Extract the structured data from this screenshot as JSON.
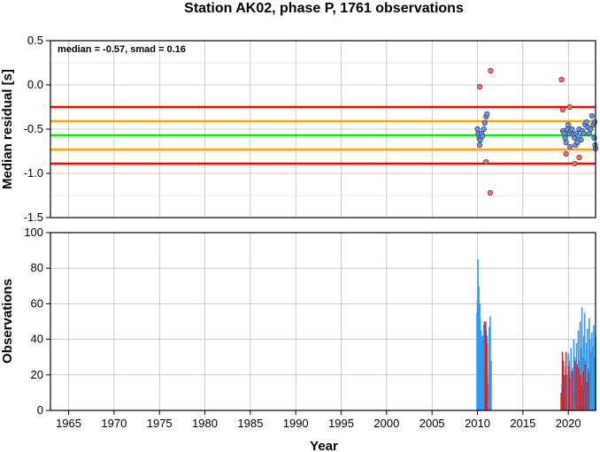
{
  "chart_data": [
    {
      "panel": "residuals",
      "type": "scatter",
      "title": "Station AK02, phase P, 1761 observations",
      "ylabel": "Median residual [s]",
      "annotation": "median = -0.57, smad = 0.16",
      "ylim": [
        -1.5,
        0.5
      ],
      "xlim": [
        1963,
        2023
      ],
      "yticks": [
        "0.5",
        "0.0",
        "-0.5",
        "-1.0",
        "-1.5"
      ],
      "grid": true,
      "reference_lines": [
        {
          "y": -0.25,
          "color": "#ff0000"
        },
        {
          "y": -0.41,
          "color": "#ffa500"
        },
        {
          "y": -0.57,
          "color": "#00ee00"
        },
        {
          "y": -0.73,
          "color": "#ffa500"
        },
        {
          "y": -0.89,
          "color": "#ff0000"
        }
      ],
      "series": [
        {
          "style": "inlier",
          "color": "#6495ed",
          "points": [
            [
              2010.0,
              -0.5
            ],
            [
              2010.1,
              -0.55
            ],
            [
              2010.2,
              -0.6
            ],
            [
              2010.25,
              -0.68
            ],
            [
              2010.3,
              -0.62
            ],
            [
              2010.45,
              -0.55
            ],
            [
              2010.55,
              -0.58
            ],
            [
              2010.7,
              -0.5
            ],
            [
              2010.8,
              -0.43
            ],
            [
              2010.95,
              -0.36
            ],
            [
              2011.05,
              -0.33
            ],
            [
              2019.4,
              -0.52
            ],
            [
              2019.55,
              -0.55
            ],
            [
              2019.65,
              -0.6
            ],
            [
              2019.75,
              -0.65
            ],
            [
              2019.9,
              -0.5
            ],
            [
              2020.0,
              -0.45
            ],
            [
              2020.1,
              -0.55
            ],
            [
              2020.2,
              -0.7
            ],
            [
              2020.3,
              -0.52
            ],
            [
              2020.4,
              -0.5
            ],
            [
              2020.55,
              -0.56
            ],
            [
              2020.7,
              -0.6
            ],
            [
              2020.8,
              -0.68
            ],
            [
              2020.9,
              -0.55
            ],
            [
              2021.0,
              -0.65
            ],
            [
              2021.1,
              -0.58
            ],
            [
              2021.2,
              -0.5
            ],
            [
              2021.4,
              -0.62
            ],
            [
              2021.55,
              -0.52
            ],
            [
              2021.7,
              -0.55
            ],
            [
              2021.85,
              -0.45
            ],
            [
              2022.0,
              -0.42
            ],
            [
              2022.15,
              -0.48
            ],
            [
              2022.3,
              -0.55
            ],
            [
              2022.45,
              -0.5
            ],
            [
              2022.6,
              -0.35
            ],
            [
              2022.75,
              -0.45
            ],
            [
              2022.85,
              -0.6
            ],
            [
              2022.95,
              -0.68
            ],
            [
              2023.0,
              -0.72
            ],
            [
              2022.9,
              -0.42
            ]
          ]
        },
        {
          "style": "outlier",
          "color": "#ff6a6a",
          "points": [
            [
              2010.25,
              -0.02
            ],
            [
              2011.45,
              0.16
            ],
            [
              2010.95,
              -0.87
            ],
            [
              2011.4,
              -1.22
            ],
            [
              2019.25,
              0.06
            ],
            [
              2019.4,
              -0.28
            ],
            [
              2020.15,
              -0.25
            ],
            [
              2019.75,
              -0.78
            ],
            [
              2020.7,
              -0.89
            ],
            [
              2021.2,
              -0.82
            ]
          ]
        }
      ]
    },
    {
      "panel": "observations",
      "type": "bar",
      "ylabel": "Observations",
      "xlabel": "Year",
      "ylim": [
        0,
        100
      ],
      "xlim": [
        1963,
        2023
      ],
      "yticks": [
        "100",
        "80",
        "60",
        "40",
        "20",
        "0"
      ],
      "xticks": [
        "1965",
        "1970",
        "1975",
        "1980",
        "1985",
        "1990",
        "1995",
        "2000",
        "2005",
        "2010",
        "2015",
        "2020"
      ],
      "grid": true,
      "series": [
        {
          "style": "total",
          "color": "#3399ee",
          "bars": [
            [
              2009.95,
              55
            ],
            [
              2010.0,
              62
            ],
            [
              2010.05,
              85
            ],
            [
              2010.1,
              58
            ],
            [
              2010.15,
              70
            ],
            [
              2010.2,
              48
            ],
            [
              2010.25,
              60
            ],
            [
              2010.3,
              52
            ],
            [
              2010.35,
              40
            ],
            [
              2010.4,
              45
            ],
            [
              2010.45,
              38
            ],
            [
              2010.5,
              30
            ],
            [
              2010.55,
              42
            ],
            [
              2010.6,
              35
            ],
            [
              2010.65,
              28
            ],
            [
              2010.7,
              48
            ],
            [
              2010.75,
              50
            ],
            [
              2010.8,
              45
            ],
            [
              2010.85,
              32
            ],
            [
              2010.9,
              47
            ],
            [
              2010.95,
              30
            ],
            [
              2011.0,
              25
            ],
            [
              2011.05,
              42
            ],
            [
              2011.1,
              20
            ],
            [
              2011.2,
              15
            ],
            [
              2011.3,
              47
            ],
            [
              2011.4,
              53
            ],
            [
              2011.5,
              28
            ],
            [
              2019.2,
              10
            ],
            [
              2019.3,
              15
            ],
            [
              2019.4,
              22
            ],
            [
              2019.5,
              12
            ],
            [
              2019.6,
              18
            ],
            [
              2019.7,
              25
            ],
            [
              2019.8,
              14
            ],
            [
              2019.9,
              20
            ],
            [
              2020.0,
              32
            ],
            [
              2020.1,
              28
            ],
            [
              2020.2,
              22
            ],
            [
              2020.3,
              35
            ],
            [
              2020.4,
              18
            ],
            [
              2020.5,
              24
            ],
            [
              2020.6,
              40
            ],
            [
              2020.7,
              30
            ],
            [
              2020.8,
              26
            ],
            [
              2020.9,
              38
            ],
            [
              2021.0,
              22
            ],
            [
              2021.1,
              45
            ],
            [
              2021.2,
              28
            ],
            [
              2021.3,
              50
            ],
            [
              2021.4,
              35
            ],
            [
              2021.5,
              58
            ],
            [
              2021.6,
              30
            ],
            [
              2021.7,
              42
            ],
            [
              2021.8,
              55
            ],
            [
              2021.9,
              28
            ],
            [
              2022.0,
              38
            ],
            [
              2022.1,
              46
            ],
            [
              2022.2,
              24
            ],
            [
              2022.3,
              52
            ],
            [
              2022.4,
              40
            ],
            [
              2022.5,
              33
            ],
            [
              2022.6,
              44
            ],
            [
              2022.7,
              36
            ],
            [
              2022.8,
              48
            ],
            [
              2022.9,
              30
            ],
            [
              2023.0,
              42
            ]
          ]
        },
        {
          "style": "outliers",
          "color": "#dd2222",
          "bars": [
            [
              2010.85,
              48
            ],
            [
              2010.9,
              50
            ],
            [
              2010.95,
              45
            ],
            [
              2011.0,
              30
            ],
            [
              2011.05,
              38
            ],
            [
              2019.25,
              10
            ],
            [
              2019.35,
              33
            ],
            [
              2019.45,
              28
            ],
            [
              2019.55,
              20
            ],
            [
              2019.75,
              33
            ],
            [
              2020.05,
              25
            ],
            [
              2020.15,
              18
            ],
            [
              2020.45,
              22
            ],
            [
              2020.75,
              28
            ],
            [
              2020.95,
              26
            ],
            [
              2021.15,
              24
            ],
            [
              2021.35,
              20
            ],
            [
              2021.45,
              14
            ],
            [
              2021.65,
              22
            ],
            [
              2021.85,
              26
            ],
            [
              2022.05,
              16
            ],
            [
              2022.25,
              22
            ]
          ]
        }
      ]
    }
  ]
}
